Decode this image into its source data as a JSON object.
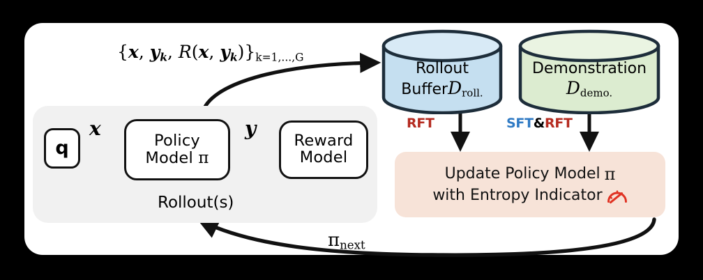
{
  "diagram": {
    "title": "RL training loop with rollout buffer, demonstration data and entropy-indicated policy update",
    "colors": {
      "background": "#000000",
      "card": "#ffffff",
      "rollout_panel": "#f1f1f1",
      "rollout_buffer_fill": "#c5dff0",
      "demonstration_fill": "#dcecd0",
      "update_box_fill": "#f7e3d8",
      "rft_red": "#b52b20",
      "sft_blue": "#2f7ac4",
      "stroke": "#111111",
      "gauge_red": "#e03223"
    }
  },
  "rollout_panel": {
    "caption": "Rollout(s)",
    "query_box": {
      "label": "q"
    },
    "policy_box": {
      "line1": "Policy",
      "line2": "Model",
      "symbol": "π"
    },
    "reward_box": {
      "line1": "Reward",
      "line2": "Model"
    },
    "edge_x_label": "x",
    "edge_y_label": "y"
  },
  "set_expression": {
    "open": "{",
    "x": "x",
    "comma1": ", ",
    "y": "y",
    "y_sub": "k",
    "comma2": ", ",
    "R": "R",
    "paren_open": "(",
    "Rx": "x",
    "comma3": ", ",
    "Ry": "y",
    "Ry_sub": "k",
    "paren_close": ")",
    "close": "}",
    "subscript": "k=1,...,G",
    "full": "{x, y_k, R(x, y_k)}_{k=1,...,G}"
  },
  "rollout_buffer": {
    "line1": "Rollout",
    "line2": "Buffer",
    "symbol": "D",
    "symbol_sub": "roll.",
    "shape": "cylinder"
  },
  "demonstration": {
    "line1": "Demonstration",
    "symbol": "D",
    "symbol_sub": "demo.",
    "shape": "cylinder"
  },
  "tags": {
    "rft": "RFT",
    "sft": "SFT",
    "amp": "&",
    "rft2": "RFT"
  },
  "update_box": {
    "line1_a": "Update Policy Model",
    "line1_pi": "π",
    "line2_a": "with Entropy Indicator",
    "gauge_icon": "gauge-icon"
  },
  "feedback": {
    "label_pi": "π",
    "label_sub": "next",
    "full": "π_next"
  }
}
